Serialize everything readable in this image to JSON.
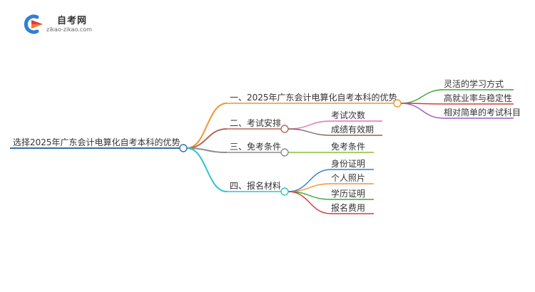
{
  "logo": {
    "brand": "自考网",
    "domain": "zikao-zikao.com"
  },
  "mindmap": {
    "root": "选择2025年广东会计电算化自考本科的优势",
    "branches": [
      {
        "label": "一、2025年广东会计电算化自考本科的优势",
        "color": "#f0962e",
        "children": [
          {
            "label": "灵活的学习方式",
            "color": "#3aa835"
          },
          {
            "label": "高就业率与稳定性",
            "color": "#d93a3a"
          },
          {
            "label": "相对简单的考试科目",
            "color": "#9b59c9"
          }
        ]
      },
      {
        "label": "二、考试安排",
        "color": "#b06a5a",
        "children": [
          {
            "label": "考试次数",
            "color": "#e86fb5"
          },
          {
            "label": "成绩有效期",
            "color": "#7f6a5e"
          }
        ]
      },
      {
        "label": "三、免考条件",
        "color": "#8c8c8c",
        "children": [
          {
            "label": "免考条件",
            "color": "#86c232"
          }
        ]
      },
      {
        "label": "四、报名材料",
        "color": "#2ec4cc",
        "children": [
          {
            "label": "身份证明",
            "color": "#2f7fd6"
          },
          {
            "label": "个人照片",
            "color": "#f0962e"
          },
          {
            "label": "学历证明",
            "color": "#3aa835"
          },
          {
            "label": "报名费用",
            "color": "#d93a3a"
          }
        ]
      }
    ]
  }
}
